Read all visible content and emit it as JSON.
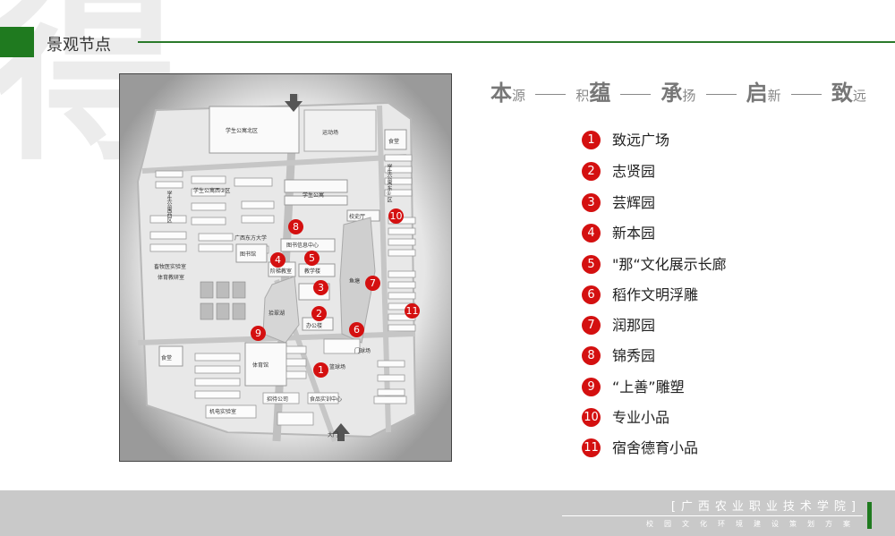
{
  "header": {
    "title": "景观节点",
    "watermark": "得"
  },
  "motto": [
    {
      "big": "本",
      "small": "源"
    },
    {
      "small": "积",
      "big": "蕴"
    },
    {
      "big": "承",
      "small": "扬"
    },
    {
      "big": "启",
      "small": "新"
    },
    {
      "big": "致",
      "small": "远"
    }
  ],
  "legend": [
    {
      "num": "1",
      "label": "致远广场"
    },
    {
      "num": "2",
      "label": "志贤园"
    },
    {
      "num": "3",
      "label": "芸辉园"
    },
    {
      "num": "4",
      "label": "新本园"
    },
    {
      "num": "5",
      "label": "\"那“文化展示长廊"
    },
    {
      "num": "6",
      "label": "稻作文明浮雕"
    },
    {
      "num": "7",
      "label": "润那园"
    },
    {
      "num": "8",
      "label": "锦秀园"
    },
    {
      "num": "9",
      "label": "“上善”雕塑"
    },
    {
      "num": "10",
      "label": "专业小品"
    },
    {
      "num": "11",
      "label": "宿舍德育小品"
    }
  ],
  "map": {
    "markers": [
      "1",
      "2",
      "3",
      "4",
      "5",
      "6",
      "7",
      "8",
      "9",
      "10",
      "11"
    ],
    "labels": {
      "dorm_north": "学生公寓北区",
      "sports_field": "运动场",
      "canteen_1": "食堂",
      "canteen_2": "食堂",
      "dorm_west_2": "学生公寓西②区",
      "dorm_east": "学生公寓东①区",
      "dorm_west": "学生公寓西区",
      "dorm": "学生公寓",
      "gx_east_univ": "广西东方大学",
      "library": "图书馆",
      "lib_info": "图书信息中心",
      "lake": "鱼塘",
      "school_history": "校史厅",
      "teaching_build": "教学楼",
      "office": "办公楼",
      "gym": "体育馆",
      "lecture": "阶梯教室",
      "pond": "拾翠湖",
      "farm_lab": "畜牧医实验室",
      "sports_dept": "体育教研室",
      "mech_lab": "机电实验室",
      "food_center": "食品实训中心",
      "hotel": "招待公司",
      "gate": "大门",
      "basketball": "篮球场",
      "gatehouse": "门球场"
    }
  },
  "footer": {
    "school": "[广西农业职业技术学院]",
    "subtitle": "校园文化环境建设策划方案"
  }
}
